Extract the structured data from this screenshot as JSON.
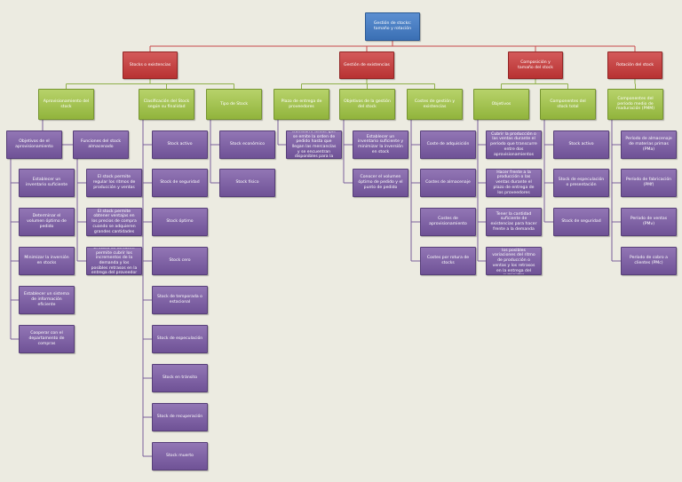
{
  "colors": {
    "root": "#3a6fb4",
    "level1": "#b83232",
    "level2": "#91b43c",
    "leaf": "#6f5296",
    "line_top": "#c84a4a",
    "line_mid": "#8fb04a",
    "line_leaf": "#7a5f9c"
  },
  "diagram": {
    "type": "tree",
    "root": "Gestión de stocks: tamaño y rotación",
    "nodes": {
      "r": {
        "label": "Gestión de stocks: tamaño y rotación"
      },
      "a": {
        "label": "Stocks o existencias",
        "parent": "r"
      },
      "b": {
        "label": "Gestión de existencias",
        "parent": "r"
      },
      "c": {
        "label": "Composición y tamaño del stock",
        "parent": "r"
      },
      "d": {
        "label": "Rotación del stock",
        "parent": "r"
      },
      "a1": {
        "label": "Aprovisionamiento del stock",
        "parent": "a"
      },
      "a2": {
        "label": "Clasificación del Stock según su finalidad",
        "parent": "a"
      },
      "a3": {
        "label": "Tipo de Stock",
        "parent": "a"
      },
      "b1": {
        "label": "Plazo de entrega de proveedores",
        "parent": "b"
      },
      "b2": {
        "label": "Objetivos de la gestión del stock",
        "parent": "b"
      },
      "b3": {
        "label": "Costes de gestión y existencias",
        "parent": "b"
      },
      "c1": {
        "label": "Objetivos",
        "parent": "c"
      },
      "c2": {
        "label": "Componentes del stock total",
        "parent": "c"
      },
      "d1": {
        "label": "Componentes del período medio de maduración (PMM)",
        "parent": "d"
      },
      "a1x": {
        "label": "Objetivos de el aprovisionamiento",
        "parent": "a1"
      },
      "a1y": {
        "label": "Funciones del stock almacenado",
        "parent": "a1"
      },
      "a1x1": {
        "label": "Establecer un inventario suficiente",
        "parent": "a1x"
      },
      "a1x2": {
        "label": "Determinar el volumen óptimo de pedido",
        "parent": "a1x"
      },
      "a1x3": {
        "label": "Minimizar la inversión en stocks",
        "parent": "a1x"
      },
      "a1x4": {
        "label": "Establecer un sistema de información eficiente",
        "parent": "a1x"
      },
      "a1x5": {
        "label": "Cooperar con el departamento de compras",
        "parent": "a1x"
      },
      "a1y1": {
        "label": "El stock permite regular los ritmos de producción y ventas",
        "parent": "a1y"
      },
      "a1y2": {
        "label": "El stock permite obtener ventajas en los precios de compra cuando se adquieren grandes cantidades",
        "parent": "a1y"
      },
      "a1y3": {
        "label": "El stock de almacén permite cubrir los incrementos de la demanda y los posibles retrasos en la entrega del proveedor",
        "parent": "a1y"
      },
      "a2a": {
        "label": "Stock activo",
        "parent": "a2"
      },
      "a2b": {
        "label": "Stock de seguridad",
        "parent": "a2"
      },
      "a2c": {
        "label": "Stock óptimo",
        "parent": "a2"
      },
      "a2d": {
        "label": "Stock cero",
        "parent": "a2"
      },
      "a2e": {
        "label": "Stock de temporada o estacional",
        "parent": "a2"
      },
      "a2f": {
        "label": "Stock de especulación",
        "parent": "a2"
      },
      "a2g": {
        "label": "Stock en tránsito",
        "parent": "a2"
      },
      "a2h": {
        "label": "Stock de recuperación",
        "parent": "a2"
      },
      "a2i": {
        "label": "Stock muerto",
        "parent": "a2"
      },
      "a3a": {
        "label": "Stock económico",
        "parent": "a3"
      },
      "a3b": {
        "label": "Stock físico",
        "parent": "a3"
      },
      "b1a": {
        "label": "Es el tiempo que transcurre desde que se emite la orden de pedido hasta que llegan las mercancías y se encuentran disponibles para la venta",
        "parent": "b1"
      },
      "b2a": {
        "label": "Establecer un inventario suficiente y minimizar la inversión en stock",
        "parent": "b2"
      },
      "b2b": {
        "label": "Conocer el volumen óptimo de pedido y el punto de pedido",
        "parent": "b2"
      },
      "b3a": {
        "label": "Coste de adquisición",
        "parent": "b3"
      },
      "b3b": {
        "label": "Costes de almacenaje",
        "parent": "b3"
      },
      "b3c": {
        "label": "Costes de aprovisionamiento",
        "parent": "b3"
      },
      "b3d": {
        "label": "Costes por rotura de stocks",
        "parent": "b3"
      },
      "c1a": {
        "label": "Cubrir la producción o las ventas durante el período que transcurre entre dos aprovisionamientos",
        "parent": "c1"
      },
      "c1b": {
        "label": "Hacer frente a la producción o las ventas durante el plazo de entrega de los proveedores",
        "parent": "c1"
      },
      "c1c": {
        "label": "Tener la cantidad suficiente de existencias para hacer frente a la demanda",
        "parent": "c1"
      },
      "c1d": {
        "label": "Estar preparado ante los posibles variaciones del ritmo de producción o ventas y los retrasos en la entrega del suministro",
        "parent": "c1"
      },
      "c2a": {
        "label": "Stock activo",
        "parent": "c2"
      },
      "c2b": {
        "label": "Stock de especulación o presentación",
        "parent": "c2"
      },
      "c2c": {
        "label": "Stock de seguridad",
        "parent": "c2"
      },
      "d1a": {
        "label": "Período de almacenaje de materias primas (PMa)",
        "parent": "d1"
      },
      "d1b": {
        "label": "Período de fabricación (PMf)",
        "parent": "d1"
      },
      "d1c": {
        "label": "Período de ventas (PMv)",
        "parent": "d1"
      },
      "d1d": {
        "label": "Período de cobro a clientes (PMc)",
        "parent": "d1"
      }
    }
  }
}
